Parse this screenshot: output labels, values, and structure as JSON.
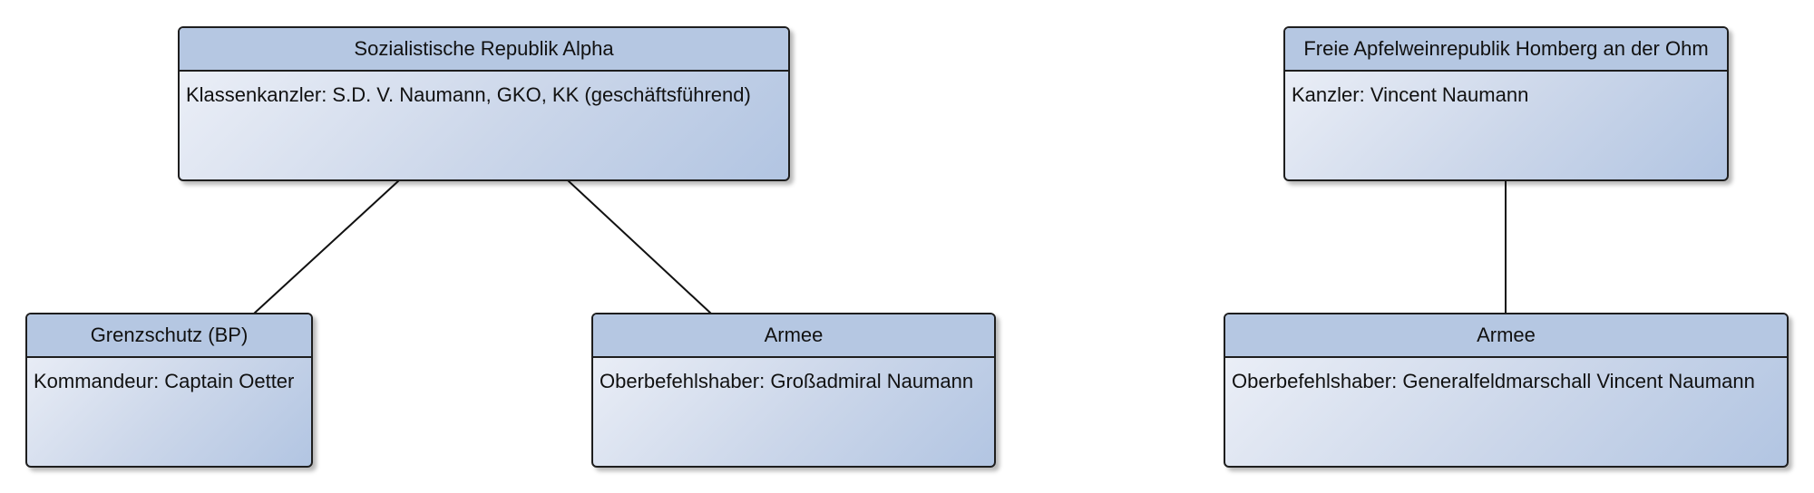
{
  "nodes": {
    "alpha": {
      "title": "Sozialistische Republik Alpha",
      "body": "Klassenkanzler: S.D. V. Naumann, GKO, KK (geschäftsführend)"
    },
    "grenzschutz": {
      "title": "Grenzschutz (BP)",
      "body": "Kommandeur: Captain Oetter"
    },
    "armee_alpha": {
      "title": "Armee",
      "body": "Oberbefehlshaber: Großadmiral Naumann"
    },
    "homberg": {
      "title": "Freie Apfelweinrepublik Homberg an der Ohm",
      "body": "Kanzler: Vincent Naumann"
    },
    "armee_homberg": {
      "title": "Armee",
      "body": "Oberbefehlshaber: Generalfeldmarschall Vincent Naumann"
    }
  },
  "edges": [
    {
      "from": "alpha",
      "to": "grenzschutz"
    },
    {
      "from": "alpha",
      "to": "armee_alpha"
    },
    {
      "from": "homberg",
      "to": "armee_homberg"
    }
  ],
  "colors": {
    "header": "#b5c7e2",
    "gradient_light": "#eef1f8",
    "gradient_dark": "#b2c5e2",
    "border": "#1e1e1e",
    "connector": "#111111"
  }
}
